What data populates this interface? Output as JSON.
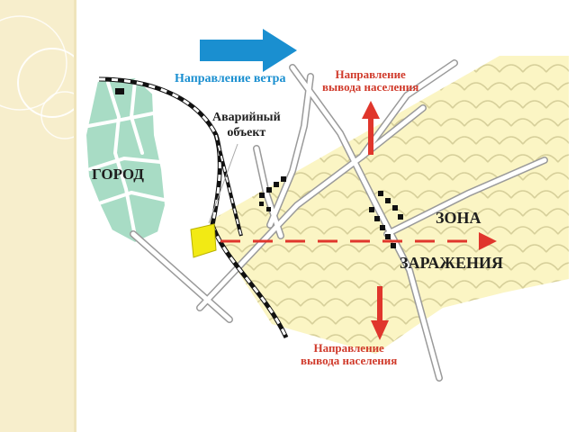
{
  "labels": {
    "wind_direction": "Направление ветра",
    "evac_top_line1": "Направление",
    "evac_top_line2": "вывода населения",
    "evac_bottom_line1": "Направление",
    "evac_bottom_line2": "вывода населения",
    "accident_line1": "Аварийный",
    "accident_line2": "объект",
    "city": "ГОРОД",
    "zone_line1": "ЗОНА",
    "zone_line2": "ЗАРАЖЕНИЯ"
  },
  "icons": {
    "wind_arrow": "arrow-right-icon",
    "evac_up": "arrow-up-icon",
    "evac_down": "arrow-down-icon",
    "spread_axis": "dashed-arrow-right-icon"
  },
  "colors": {
    "panel": "#f7eecc",
    "contamination_zone": "#fbf5c4",
    "zone_scallops": "#d6cf9a",
    "city": "#a8dcc5",
    "road": "#bfbfbf",
    "railway": "#111111",
    "accident_object": "#f2ea14",
    "wind_arrow": "#1a8fd0",
    "evac_arrow": "#e0362c",
    "text_blue": "#1a8fd0",
    "text_red": "#d03a2b"
  }
}
